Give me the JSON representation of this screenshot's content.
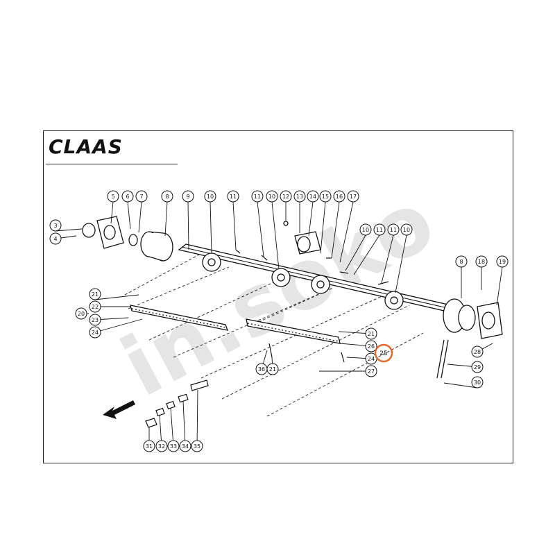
{
  "logo": {
    "text": "CLAAS"
  },
  "watermark": {
    "text": "in.soko"
  },
  "highlight": {
    "label": "25",
    "color": "#e06a2a"
  },
  "callouts": [
    {
      "id": "c5",
      "label": "5"
    },
    {
      "id": "c6",
      "label": "6"
    },
    {
      "id": "c7",
      "label": "7"
    },
    {
      "id": "c8a",
      "label": "8"
    },
    {
      "id": "c9",
      "label": "9"
    },
    {
      "id": "c10a",
      "label": "10"
    },
    {
      "id": "c11a",
      "label": "11"
    },
    {
      "id": "c11b",
      "label": "11"
    },
    {
      "id": "c10b",
      "label": "10"
    },
    {
      "id": "c12",
      "label": "12"
    },
    {
      "id": "c13",
      "label": "13"
    },
    {
      "id": "c14",
      "label": "14"
    },
    {
      "id": "c15",
      "label": "15"
    },
    {
      "id": "c16",
      "label": "16"
    },
    {
      "id": "c17",
      "label": "17"
    },
    {
      "id": "c10c",
      "label": "10"
    },
    {
      "id": "c11c",
      "label": "11"
    },
    {
      "id": "c11d",
      "label": "11"
    },
    {
      "id": "c10d",
      "label": "10"
    },
    {
      "id": "c3",
      "label": "3"
    },
    {
      "id": "c4",
      "label": "4"
    },
    {
      "id": "c8b",
      "label": "8"
    },
    {
      "id": "c18",
      "label": "18"
    },
    {
      "id": "c19",
      "label": "19"
    },
    {
      "id": "c21a",
      "label": "21"
    },
    {
      "id": "c22",
      "label": "22"
    },
    {
      "id": "c20",
      "label": "20"
    },
    {
      "id": "c23",
      "label": "23"
    },
    {
      "id": "c24a",
      "label": "24"
    },
    {
      "id": "c21b",
      "label": "21"
    },
    {
      "id": "c26",
      "label": "26"
    },
    {
      "id": "c24b",
      "label": "24"
    },
    {
      "id": "c27",
      "label": "27"
    },
    {
      "id": "c36",
      "label": "36"
    },
    {
      "id": "c21c",
      "label": "21"
    },
    {
      "id": "c28",
      "label": "28"
    },
    {
      "id": "c29",
      "label": "29"
    },
    {
      "id": "c30",
      "label": "30"
    },
    {
      "id": "c31",
      "label": "31"
    },
    {
      "id": "c32",
      "label": "32"
    },
    {
      "id": "c33",
      "label": "33"
    },
    {
      "id": "c34",
      "label": "34"
    },
    {
      "id": "c35",
      "label": "35"
    }
  ]
}
